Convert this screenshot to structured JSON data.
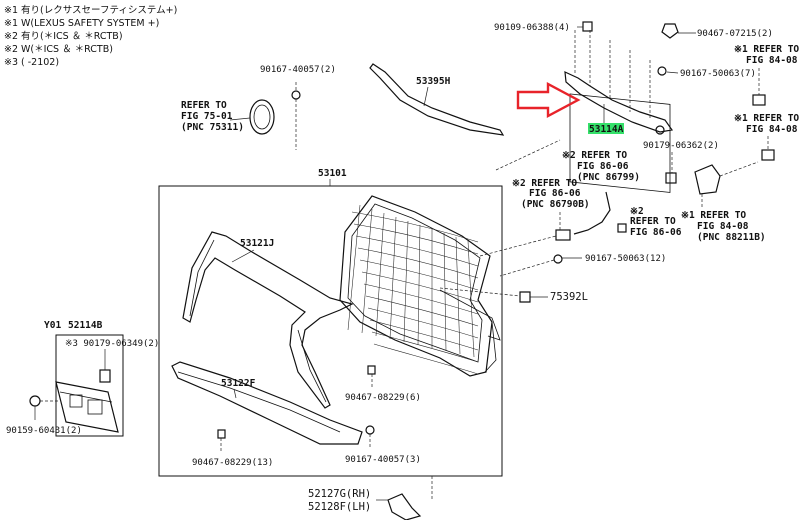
{
  "notes": [
    "※1 有り(レクサスセーフティシステム+)",
    "※1 W(LEXUS SAFETY SYSTEM +)",
    "※2 有り(＊ICS ＆ ＊RCTB)",
    "※2 W(＊ICS ＆ ＊RCTB)",
    "※3 (        -2102)"
  ],
  "parts": {
    "p53101": "53101",
    "p53121J": "53121J",
    "p53122F": "53122F",
    "p53395H": "53395H",
    "p53114A": "53114A",
    "p52114B": "52114B",
    "pY01": "Y01",
    "p52127G": "52127G(RH)",
    "p52128F": "52128F(LH)",
    "p75392L": "75392L"
  },
  "fasteners": {
    "f90109_06388": "90109-06388(4)",
    "f90467_07215": "90467-07215(2)",
    "f90167_50063_7": "90167-50063(7)",
    "f90167_40057_2": "90167-40057(2)",
    "f90179_06362": "90179-06362(2)",
    "f90167_50063_12": "90167-50063(12)",
    "f90179_06349": "※3 90179-06349(2)",
    "f90159_60431": "90159-60431(2)",
    "f90467_08229_6": "90467-08229(6)",
    "f90467_08229_13": "90467-08229(13)",
    "f90167_40057_3": "90167-40057(3)"
  },
  "refs": {
    "r75": [
      "REFER TO",
      "FIG 75-01",
      "(PNC 75311)"
    ],
    "r84a": [
      "※1 REFER TO",
      "FIG 84-08"
    ],
    "r84b": [
      "※1 REFER TO",
      "FIG 84-08"
    ],
    "r86a": [
      "※2 REFER TO",
      "FIG 86-06",
      "(PNC 86799)"
    ],
    "r86b": [
      "※2 REFER TO",
      "FIG 86-06",
      "(PNC 86790B)"
    ],
    "r86c": [
      "※2",
      "REFER TO",
      "FIG 86-06"
    ],
    "r84c": [
      "※1 REFER TO",
      "FIG 84-08",
      "(PNC 88211B)"
    ]
  },
  "highlight_color": "#35e06a",
  "arrow_color": "#e8232a"
}
